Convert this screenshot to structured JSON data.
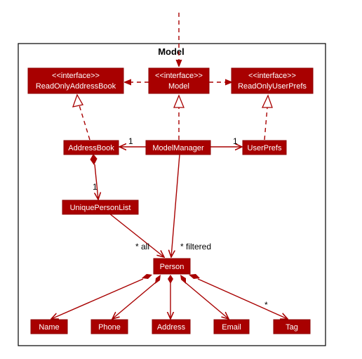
{
  "package": {
    "title": "Model"
  },
  "colors": {
    "node_fill": "#A80000",
    "node_stroke": "#8B0000",
    "edge": "#A80000",
    "package_border": "#000000",
    "text_on_node": "#FFFFFF"
  },
  "nodes": {
    "read_only_address_book": {
      "stereotype": "<<interface>>",
      "name": "ReadOnlyAddressBook"
    },
    "model_interface": {
      "stereotype": "<<interface>>",
      "name": "Model"
    },
    "read_only_user_prefs": {
      "stereotype": "<<interface>>",
      "name": "ReadOnlyUserPrefs"
    },
    "address_book": {
      "name": "AddressBook"
    },
    "model_manager": {
      "name": "ModelManager"
    },
    "user_prefs": {
      "name": "UserPrefs"
    },
    "unique_person_list": {
      "name": "UniquePersonList"
    },
    "person": {
      "name": "Person"
    },
    "name": {
      "name": "Name"
    },
    "phone": {
      "name": "Phone"
    },
    "address": {
      "name": "Address"
    },
    "email": {
      "name": "Email"
    },
    "tag": {
      "name": "Tag"
    }
  },
  "multiplicities": {
    "addressbook_side": "1",
    "userprefs_side": "1",
    "uniquepersonlist_side": "1",
    "all_label": "* all",
    "filtered_label": "* filtered",
    "tag_side": "*"
  }
}
